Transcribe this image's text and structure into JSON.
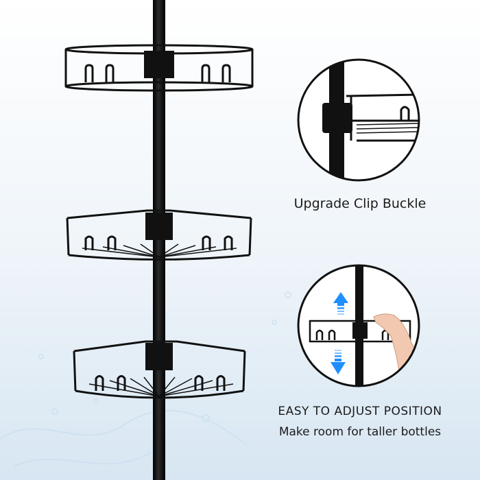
{
  "callouts": {
    "clip": {
      "label": "Upgrade Clip Buckle"
    },
    "adjust": {
      "title": "EASY TO ADJUST POSITION",
      "subtitle": "Make room for taller bottles"
    }
  },
  "colors": {
    "metal": "#111111",
    "arrow": "#1f8fff",
    "background_top": "#ffffff",
    "background_bottom": "#d7e6f2"
  },
  "icons": {
    "up": "arrow-up-icon",
    "down": "arrow-down-icon"
  }
}
